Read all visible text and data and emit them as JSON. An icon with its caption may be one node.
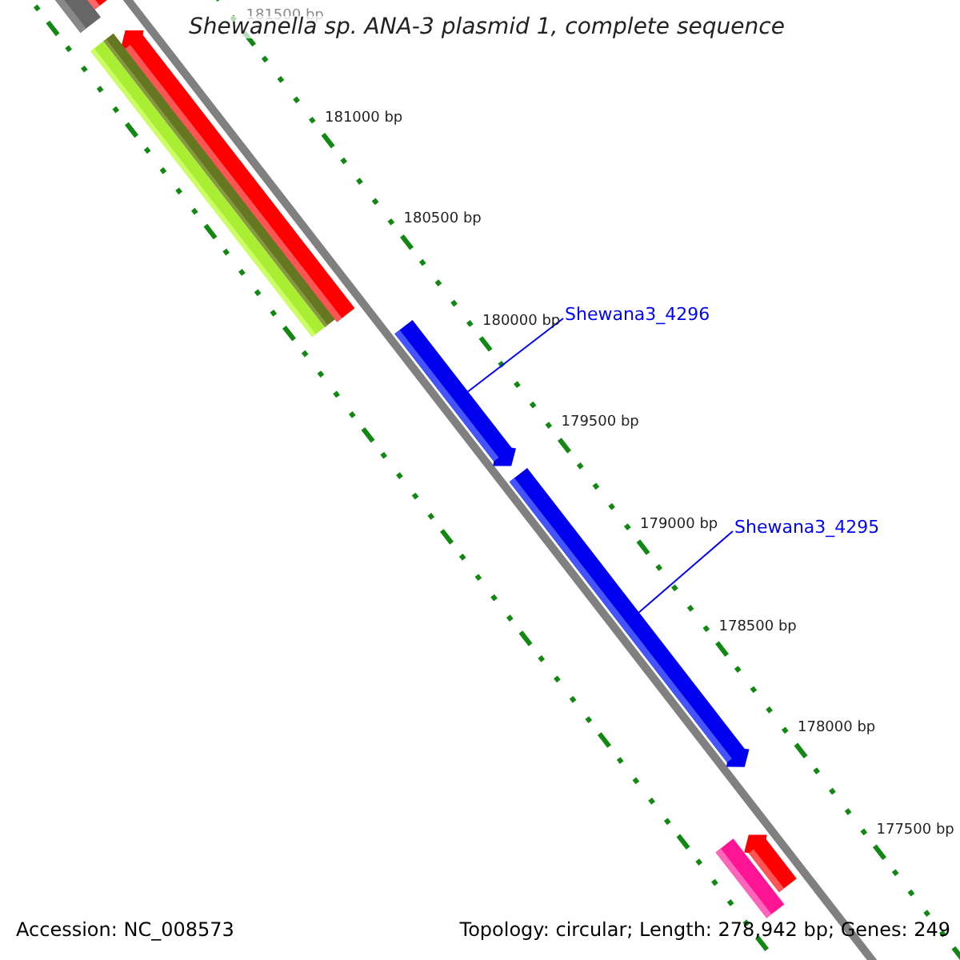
{
  "diagram": {
    "title": "Shewanella sp. ANA-3 plasmid 1, complete sequence",
    "nodes": [
      {
        "text": [
          "Shewana3_4296"
        ]
      },
      {
        "text": [
          "Shewana3_4295"
        ]
      },
      {
        "text": [],
        "shape": "bar"
      },
      {
        "text": [],
        "shape": "bar"
      }
    ],
    "edges": [
      {
        "from": 0,
        "to": 2,
        "arrow": "none"
      },
      {
        "from": 1,
        "to": 3,
        "arrow": "none"
      }
    ],
    "labels": [
      "181500 bp",
      "181000 bp",
      "180500 bp",
      "180000 bp",
      "179500 bp",
      "179000 bp",
      "178500 bp",
      "178000 bp",
      "177500 bp",
      "Accession: NC_008573",
      "Topology: circular; Length: 278,942 bp; Genes: 249"
    ]
  }
}
